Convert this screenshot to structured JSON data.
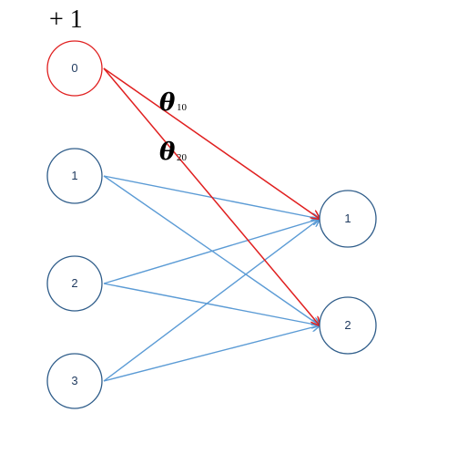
{
  "bias_label": "+ 1",
  "input_nodes": [
    "0",
    "1",
    "2",
    "3"
  ],
  "output_nodes": [
    "1",
    "2"
  ],
  "weight_labels": [
    {
      "symbol": "θ",
      "subscript": "10"
    },
    {
      "symbol": "θ",
      "subscript": "20"
    }
  ],
  "colors": {
    "bias_node": "#e02020",
    "bias_edges": "#e02020",
    "node_stroke": "#2f5d8a",
    "blue_edges": "#5b9bd5",
    "node_fill": "#ffffff"
  }
}
